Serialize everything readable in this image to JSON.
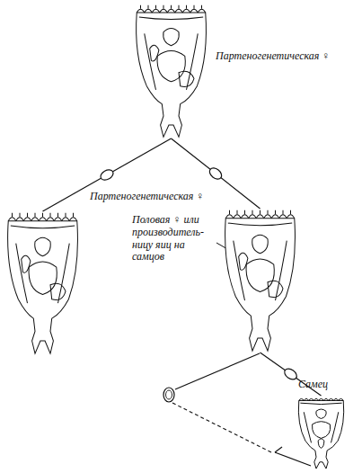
{
  "diagram": {
    "nodes": [
      {
        "text": [
          "Партеногенетическая ♀"
        ]
      },
      {
        "text": [
          "Партеногенетическая ♀"
        ]
      },
      {
        "text": [
          "Половая ♀ или производитель- ницу яиц на самцов"
        ]
      },
      {
        "text": [
          "Самец"
        ]
      }
    ],
    "edges": [
      {
        "from": 0,
        "to": 1,
        "arrow": "none"
      },
      {
        "from": 0,
        "to": 2,
        "arrow": "none"
      },
      {
        "from": 2,
        "to": 3,
        "arrow": "none"
      }
    ]
  }
}
